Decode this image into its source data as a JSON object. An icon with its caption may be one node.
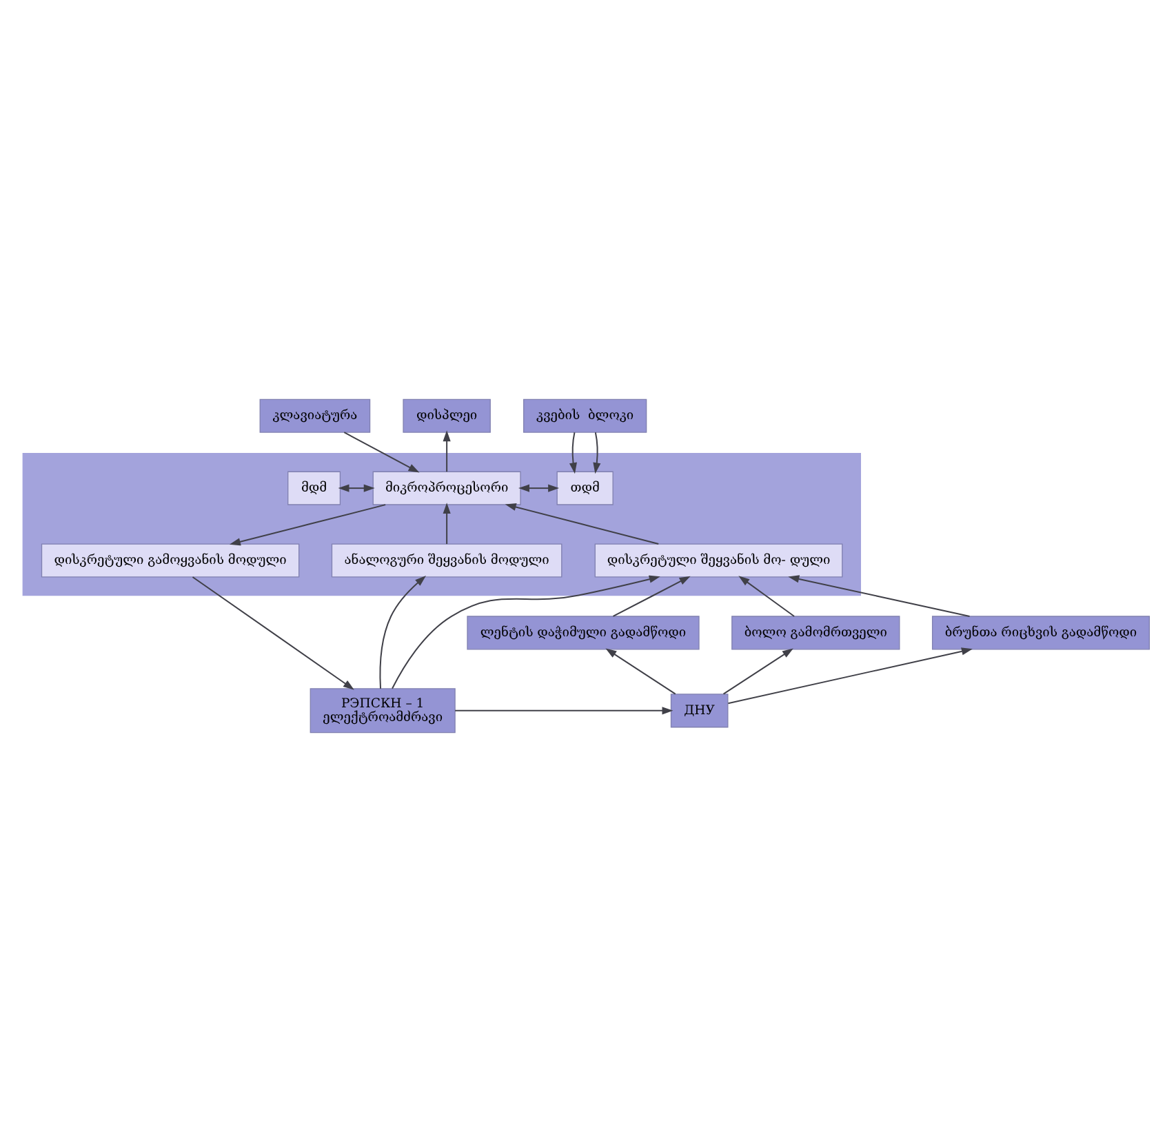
{
  "diagram": {
    "nodes": [
      {
        "text": [
          "კლავიატურა"
        ]
      },
      {
        "text": [
          "დისპლეი"
        ]
      },
      {
        "text": [
          "კვების  ბლოკი"
        ]
      },
      {
        "text": [],
        "shape": "box"
      },
      {
        "text": [
          "მდმ"
        ],
        "in": 3
      },
      {
        "text": [
          "მიკროპროცესორი"
        ],
        "in": 3
      },
      {
        "text": [
          "თდმ"
        ],
        "in": 3
      },
      {
        "text": [
          "დისკრეტული შეყვანის მო- დული"
        ],
        "in": 3
      },
      {
        "text": [
          "დისკრეტული გამოყვანის მოდული"
        ],
        "in": 3
      },
      {
        "text": [
          "ანალოგური შეყვანის მოდული"
        ],
        "in": 3
      },
      {
        "text": [
          "ბრუნთა რიცხვის გადამწოდი"
        ]
      },
      {
        "text": [
          "ლენტის დაჭიმული გადამწოდი"
        ]
      },
      {
        "text": [
          "ბოლო გამომრთველი"
        ]
      },
      {
        "text": [
          "ДНУ"
        ]
      },
      {
        "text": [
          "РЭПСКН – 1",
          "ელექტროამძრავი"
        ]
      }
    ],
    "edges": [
      {
        "from": 0,
        "to": 5,
        "arrow": "to"
      },
      {
        "from": 5,
        "to": 1,
        "arrow": "to"
      },
      {
        "from": 2,
        "to": 6,
        "arrow": "to"
      },
      {
        "from": 2,
        "to": 6,
        "arrow": "to"
      },
      {
        "from": 4,
        "to": 5,
        "arrow": "both"
      },
      {
        "from": 5,
        "to": 6,
        "arrow": "both"
      },
      {
        "from": 7,
        "to": 5,
        "arrow": "to"
      },
      {
        "from": 5,
        "to": 8,
        "arrow": "to"
      },
      {
        "from": 9,
        "to": 5,
        "arrow": "to"
      },
      {
        "from": 10,
        "to": 7,
        "arrow": "to"
      },
      {
        "from": 11,
        "to": 7,
        "arrow": "to"
      },
      {
        "from": 12,
        "to": 7,
        "arrow": "to"
      },
      {
        "from": 14,
        "to": 7,
        "arrow": "to"
      },
      {
        "from": 8,
        "to": 14,
        "arrow": "to"
      },
      {
        "from": 14,
        "to": 9,
        "arrow": "to"
      },
      {
        "from": 13,
        "to": 10,
        "arrow": "to"
      },
      {
        "from": 13,
        "to": 11,
        "arrow": "to"
      },
      {
        "from": 13,
        "to": 12,
        "arrow": "to"
      },
      {
        "from": 14,
        "to": 13,
        "arrow": "to"
      }
    ]
  }
}
